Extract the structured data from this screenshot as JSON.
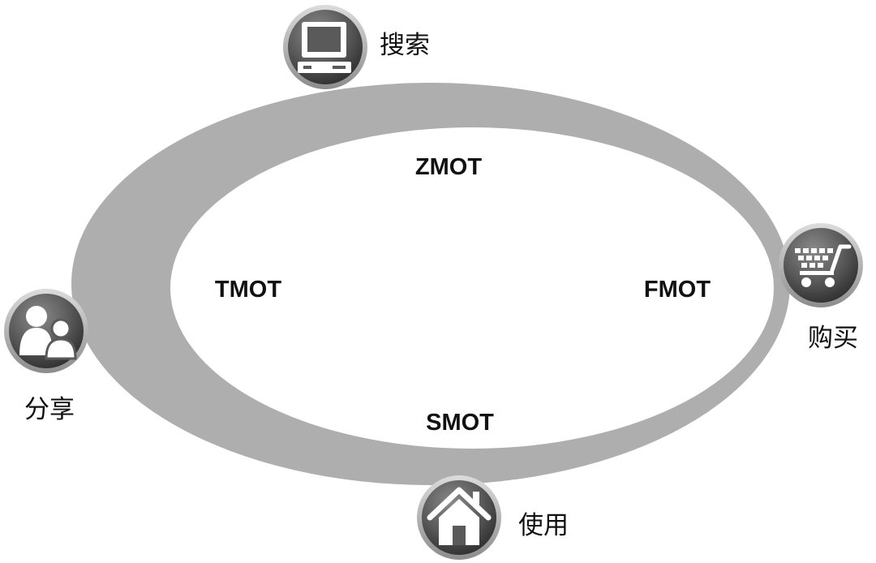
{
  "cycle": {
    "moments": {
      "top": "ZMOT",
      "left": "TMOT",
      "right": "FMOT",
      "bottom": "SMOT"
    },
    "stages": {
      "search": {
        "label": "搜索",
        "icon": "computer-icon"
      },
      "buy": {
        "label": "购买",
        "icon": "shopping-cart-icon"
      },
      "use": {
        "label": "使用",
        "icon": "house-icon"
      },
      "share": {
        "label": "分享",
        "icon": "people-icon"
      }
    }
  },
  "colors": {
    "ring": "#aeaeae",
    "icon_badge": "#5e5e5e",
    "icon_glyph": "#ffffff",
    "text": "#111111"
  }
}
